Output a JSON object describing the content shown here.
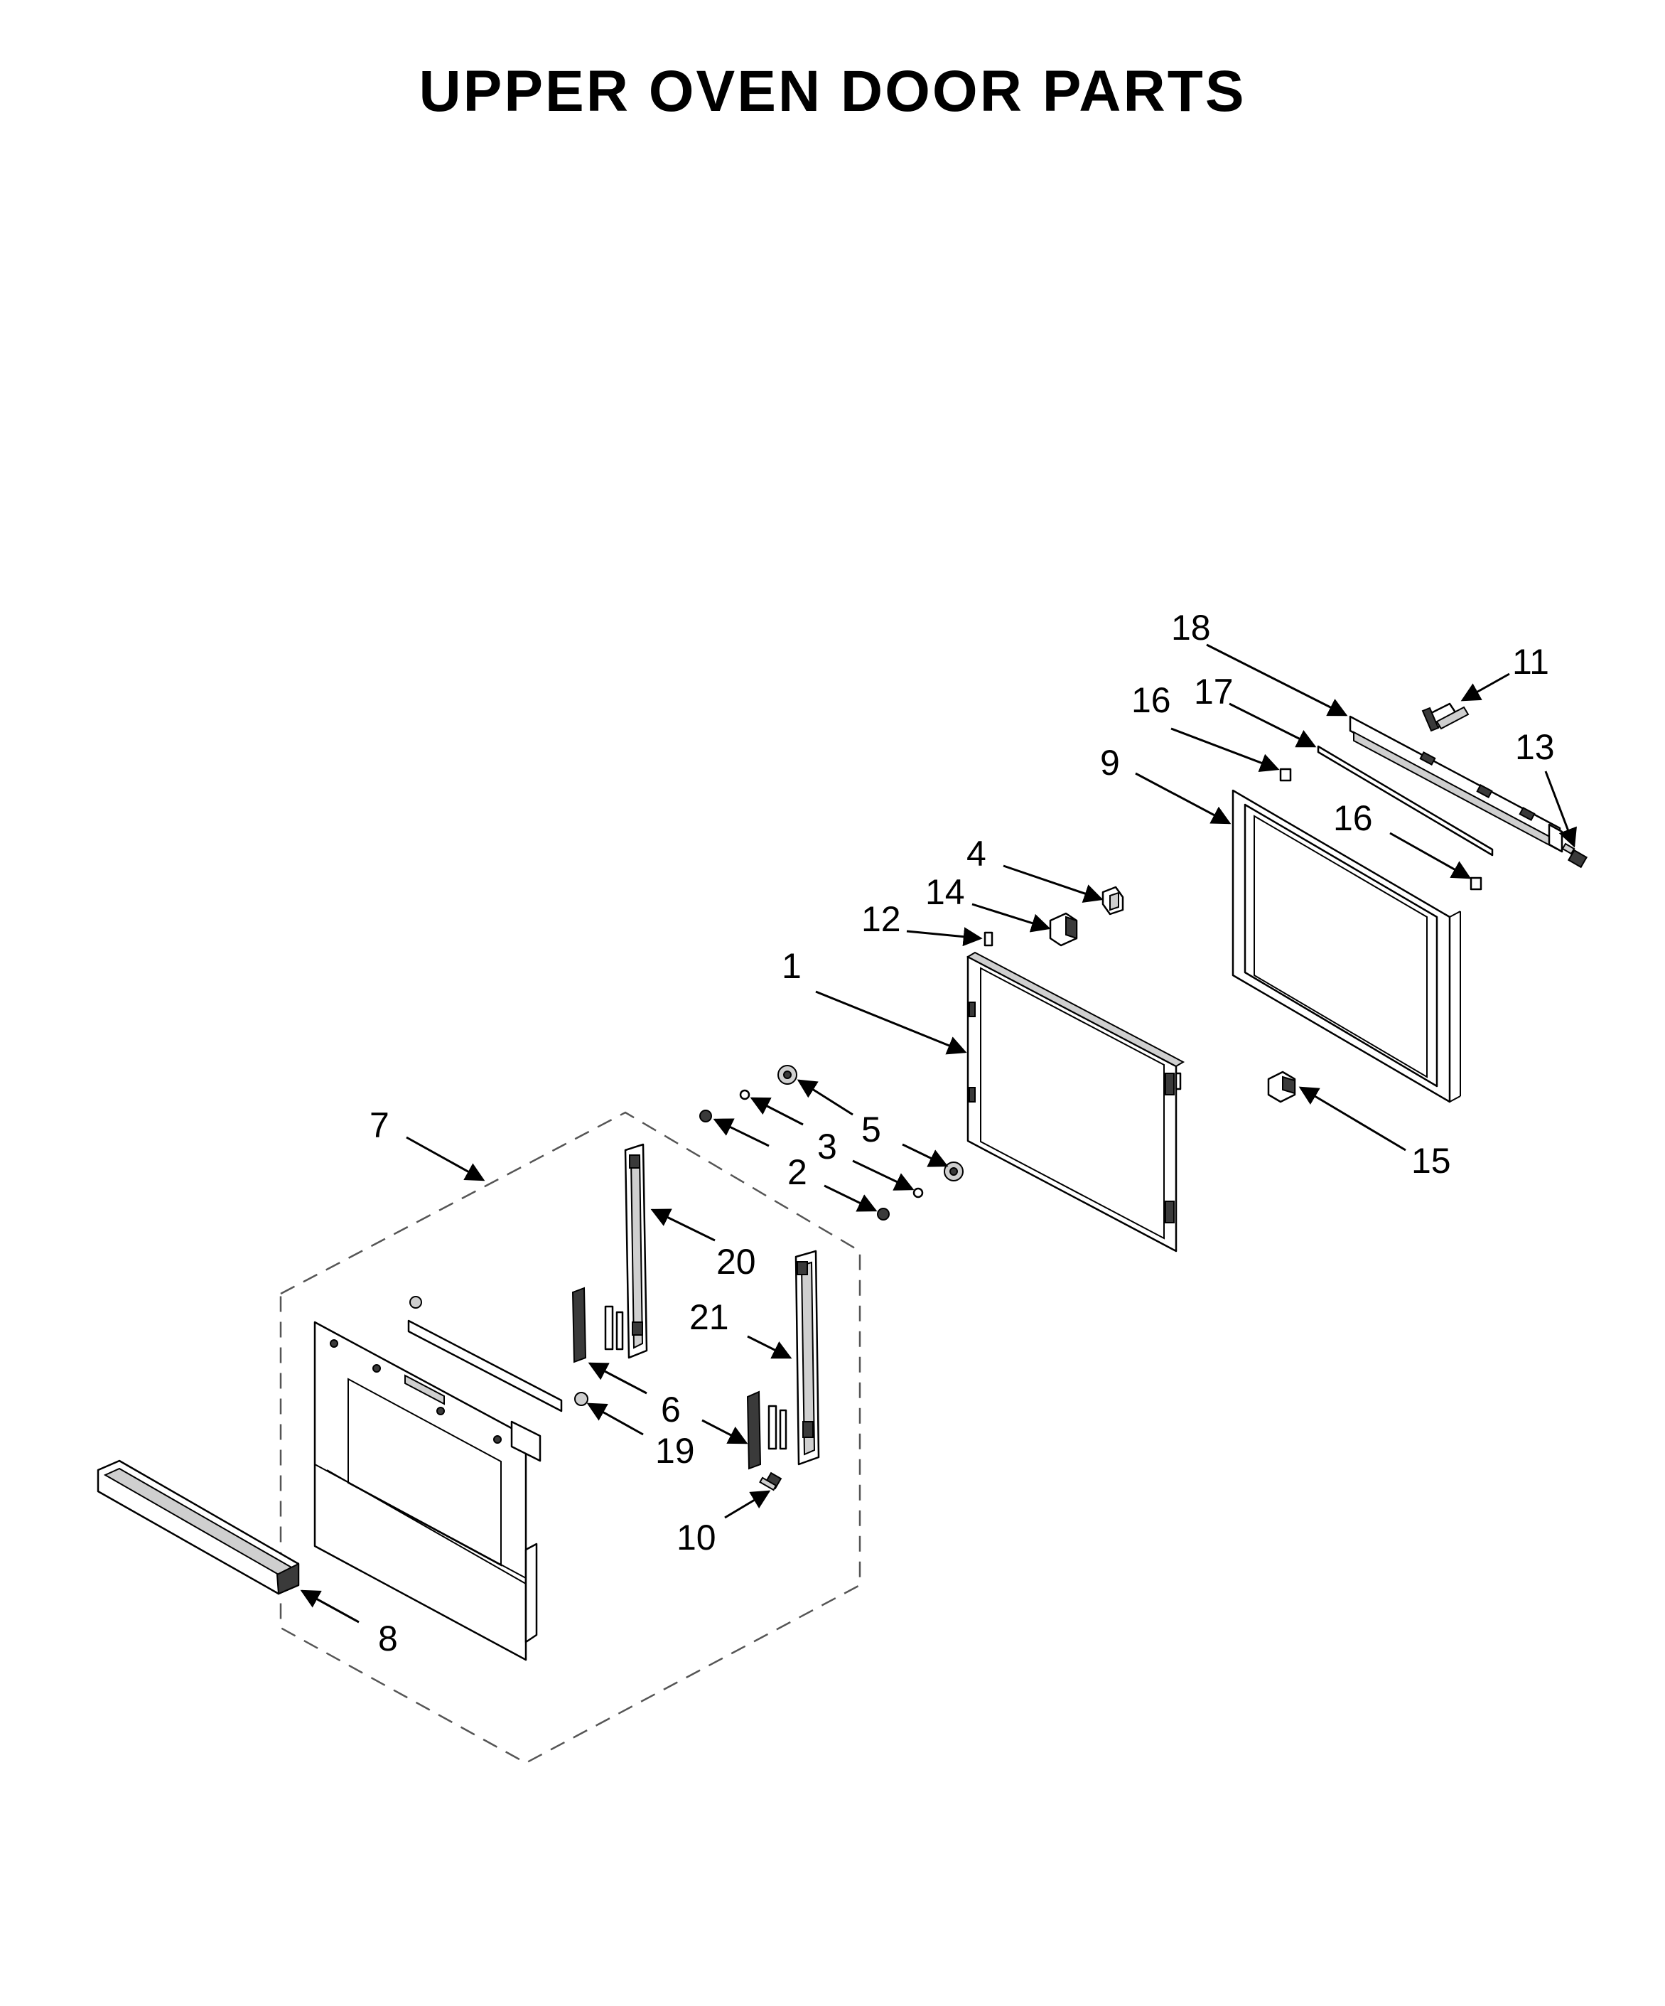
{
  "title": "UPPER OVEN DOOR PARTS",
  "callouts": {
    "p1": "1",
    "p2": "2",
    "p3": "3",
    "p4": "4",
    "p5": "5",
    "p6": "6",
    "p7": "7",
    "p8": "8",
    "p9": "9",
    "p10": "10",
    "p11": "11",
    "p12": "12",
    "p13": "13",
    "p14": "14",
    "p15": "15",
    "p16a": "16",
    "p16b": "16",
    "p17": "17",
    "p18": "18",
    "p19": "19",
    "p20": "20",
    "p21": "21"
  }
}
